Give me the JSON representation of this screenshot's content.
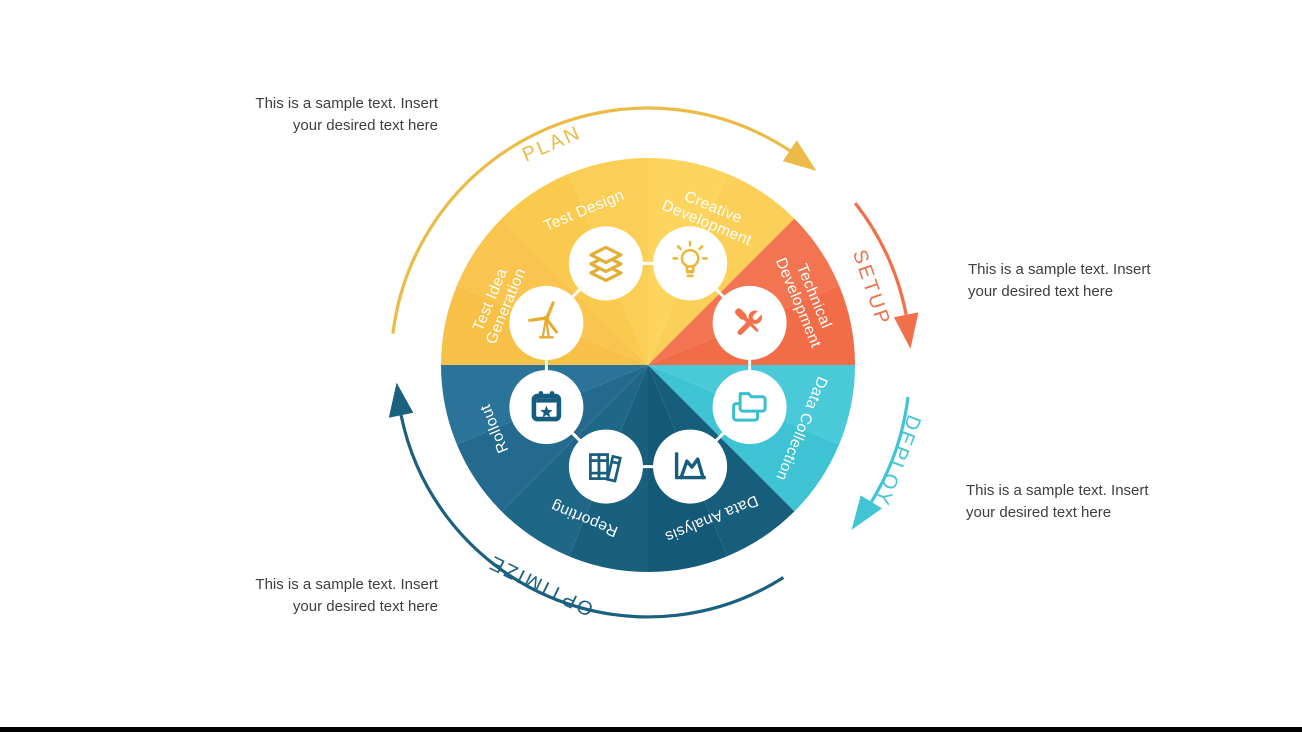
{
  "notes": [
    {
      "line1": "This is a sample text. Insert",
      "line2": "your desired text here"
    },
    {
      "line1": "This is a sample text. Insert",
      "line2": "your desired text here"
    },
    {
      "line1": "This is a sample text. Insert",
      "line2": "your desired text here"
    },
    {
      "line1": "This is a sample text. Insert",
      "line2": "your desired text here"
    }
  ],
  "diagram": {
    "segments": [
      {
        "id": "test-idea-generation",
        "label": "Test Idea Generation",
        "lines": [
          "Test Idea",
          "Generation"
        ],
        "colors": [
          "#F7C148",
          "#F9C54E"
        ],
        "icon": "wind-turbine-icon",
        "icon_color": "#E5AC33"
      },
      {
        "id": "test-design",
        "label": "Test Design",
        "colors": [
          "#FACA4F",
          "#FBCE55"
        ],
        "icon": "layers-icon",
        "icon_color": "#E2AE36"
      },
      {
        "id": "creative-development",
        "label": "Creative Development",
        "lines": [
          "Creative",
          "Development"
        ],
        "colors": [
          "#FDD55E",
          "#FCD058"
        ],
        "icon": "lightbulb-icon",
        "icon_color": "#E9B83E"
      },
      {
        "id": "technical-development",
        "label": "Technical Development",
        "lines": [
          "Technical",
          "Development"
        ],
        "colors": [
          "#F37450",
          "#F16C47"
        ],
        "icon": "tools-icon",
        "icon_color": "#F2714B"
      },
      {
        "id": "data-collection",
        "label": "Data Collection",
        "colors": [
          "#4AC9D8",
          "#3EC3D4"
        ],
        "icon": "folders-icon",
        "icon_color": "#3ABFD1"
      },
      {
        "id": "data-analysis",
        "label": "Data Analysis",
        "colors": [
          "#175E7C",
          "#145977"
        ],
        "icon": "chart-icon",
        "icon_color": "#175E7C"
      },
      {
        "id": "reporting",
        "label": "Reporting",
        "colors": [
          "#19607F",
          "#1E6787"
        ],
        "icon": "books-icon",
        "icon_color": "#175E7C"
      },
      {
        "id": "rollout",
        "label": "Rollout",
        "colors": [
          "#24698E",
          "#2B7499"
        ],
        "icon": "calendar-icon",
        "icon_color": "#155E80"
      }
    ],
    "arcs": [
      {
        "id": "plan",
        "label": "PLAN",
        "color": "#EABB47"
      },
      {
        "id": "setup",
        "label": "SETUP",
        "color": "#F0704A"
      },
      {
        "id": "deploy",
        "label": "DEPLOY",
        "color": "#41C4D5"
      },
      {
        "id": "optimize",
        "label": "OPTIMIZE",
        "color": "#1A607F"
      }
    ],
    "label_color": "#ffffff"
  }
}
